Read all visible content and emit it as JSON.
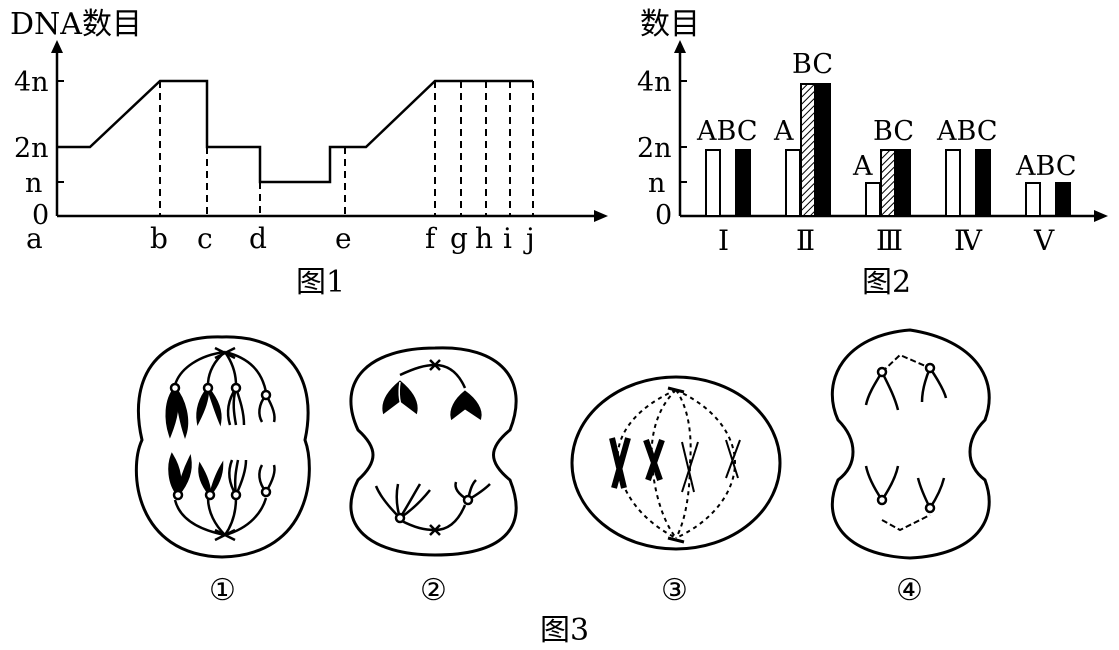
{
  "fig1": {
    "caption": "图1",
    "y_axis_label": "DNA数目",
    "y_ticks": [
      "4n",
      "2n",
      "n",
      "0"
    ],
    "x_ticks": [
      "a",
      "b",
      "c",
      "d",
      "e",
      "f",
      "g",
      "h",
      "i",
      "j"
    ]
  },
  "fig2": {
    "caption": "图2",
    "y_axis_label": "数目",
    "y_ticks": [
      "4n",
      "2n",
      "n",
      "0"
    ],
    "groups": [
      {
        "label": "Ⅰ",
        "top_label": "ABC",
        "A": 2,
        "B": 0,
        "C": 2
      },
      {
        "label": "Ⅱ",
        "top_label": "BC",
        "a_label": "A",
        "A": 2,
        "B": 4,
        "C": 4
      },
      {
        "label": "Ⅲ",
        "top_label": "BC",
        "a_label": "A",
        "A": 1,
        "B": 2,
        "C": 2
      },
      {
        "label": "Ⅳ",
        "top_label": "ABC",
        "A": 2,
        "B": 0,
        "C": 2
      },
      {
        "label": "Ⅴ",
        "top_label": "ABC",
        "A": 1,
        "B": 0,
        "C": 1
      }
    ]
  },
  "fig3": {
    "caption": "图3",
    "cell_labels": [
      "①",
      "②",
      "③",
      "④"
    ]
  },
  "colors": {
    "ink": "#000000",
    "paper": "#ffffff"
  }
}
